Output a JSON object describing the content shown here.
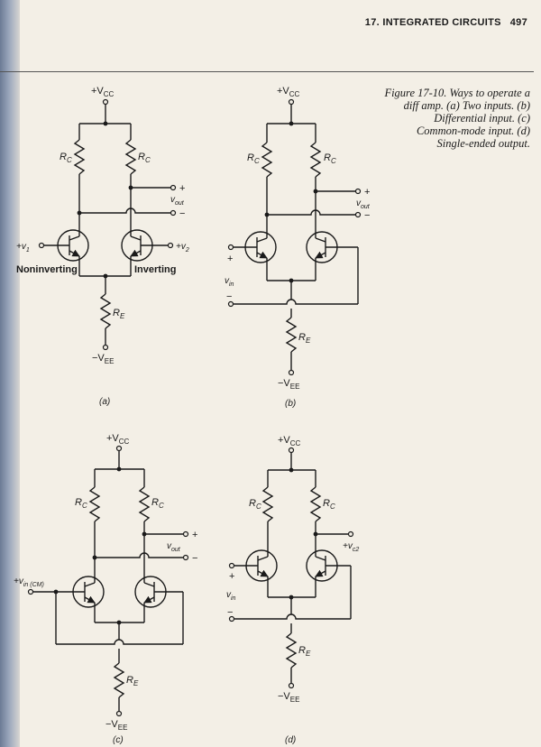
{
  "header": {
    "chapter": "17. INTEGRATED CIRCUITS",
    "page_number": "497"
  },
  "caption": {
    "line1": "Figure 17-10. Ways to operate a",
    "line2": "diff amp. (a) Two inputs. (b)",
    "line3": "Differential input. (c)",
    "line4": "Common-mode input. (d)",
    "line5": "Single-ended output."
  },
  "labels": {
    "vcc": "+V",
    "vcc_sub": "CC",
    "vee": "−V",
    "vee_sub": "EE",
    "rc": "R",
    "rc_sub": "C",
    "re": "R",
    "re_sub": "E",
    "plus": "+",
    "minus": "−",
    "vout": "v",
    "vout_sub": "out",
    "vin": "v",
    "vin_sub": "in",
    "v1": "+v",
    "v1_sub": "1",
    "v2": "+v",
    "v2_sub": "2",
    "vincm": "+v",
    "vincm_sub": "in (CM)",
    "vc2": "+v",
    "vc2_sub": "c2",
    "noninverting": "Noninverting",
    "inverting": "Inverting"
  },
  "panels": {
    "a": "(a)",
    "b": "(b)",
    "c": "(c)",
    "d": "(d)"
  }
}
